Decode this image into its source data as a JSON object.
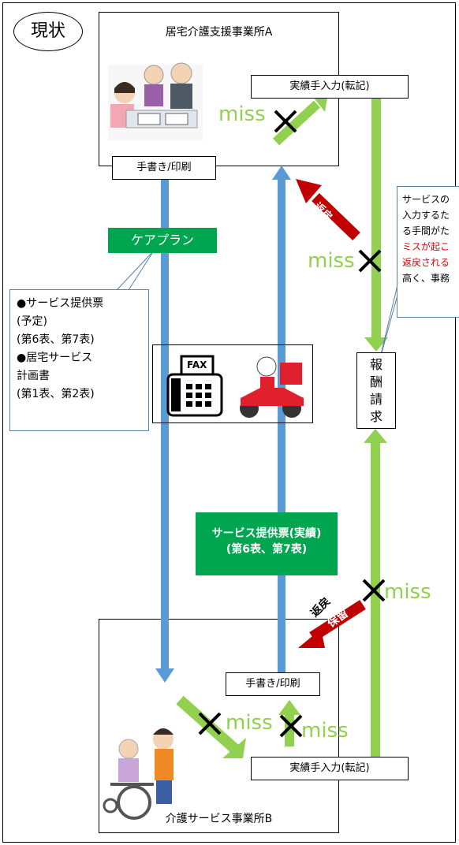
{
  "status_badge": "現状",
  "office_a": {
    "name": "居宅介護支援事業所A"
  },
  "office_b": {
    "name": "介護サービス事業所B"
  },
  "actions": {
    "manual_entry_top": "実績手入力(転記)",
    "handwrite_print_top": "手書き/印刷",
    "handwrite_print_bottom": "手書き/印刷",
    "manual_entry_bottom": "実績手入力(転記)"
  },
  "reward_claim": {
    "chars": [
      "報",
      "酬",
      "請",
      "求"
    ]
  },
  "care_plan_label": "ケアプラン",
  "service_record": {
    "line1": "サービス提供票(実績)",
    "line2": "(第6表、第7表)"
  },
  "callout_left": {
    "lines": [
      "●サービス提供票",
      "(予定)",
      "(第6表、第7表)",
      "●居宅サービス",
      "計画書",
      "(第1表、第2表)"
    ]
  },
  "callout_right": {
    "lines": [
      {
        "text": "サービスの",
        "red": false
      },
      {
        "text": "入力するた",
        "red": false
      },
      {
        "text": "る手間がた",
        "red": false
      },
      {
        "text": "ミスが起こ",
        "red": true
      },
      {
        "text": "返戻される",
        "red": true
      },
      {
        "text": "高く、事務",
        "red": false
      }
    ]
  },
  "arrow_labels": {
    "return_top": "返戻",
    "return_bottom": "返戻",
    "hold_bottom": "保留"
  },
  "miss_labels": [
    "miss",
    "miss",
    "miss",
    "miss",
    "miss"
  ],
  "fax_label": "FAX",
  "colors": {
    "blue": "#5b9bd5",
    "green": "#92d050",
    "dark_green": "#00a550",
    "red": "#c00000"
  },
  "icons": [
    "elderly-consultation-illustration",
    "fax-machine-icon",
    "delivery-scooter-icon",
    "wheelchair-caregiver-illustration"
  ]
}
